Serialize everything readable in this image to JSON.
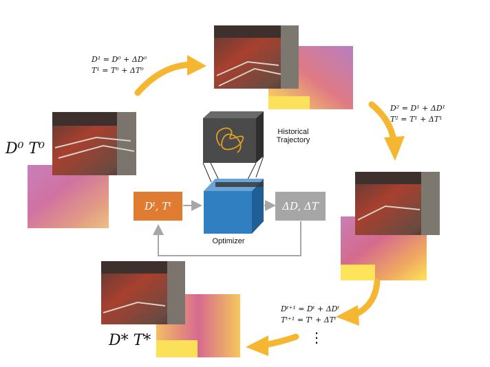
{
  "labels": {
    "d0t0": "D⁰ T⁰",
    "dstar": "D* T*",
    "historical_line1": "Historical",
    "historical_line2": "Trajectory",
    "optimizer": "Optimizer",
    "dt_box": "Dᵗ, Tᵗ",
    "delta_box": "ΔD, ΔT",
    "ellipsis": "⋮"
  },
  "equations": {
    "step1_d": "D¹ = D⁰ + ΔD⁰",
    "step1_t": "T¹ = T⁰ + ΔT⁰",
    "step2_d": "D² = D¹ + ΔD¹",
    "step2_t": "T² = T¹ + ΔT¹",
    "stept_d": "Dᵗ⁺¹ = Dᵗ + ΔDᵗ",
    "stept_t": "Tᵗ⁺¹ = Tᵗ + ΔTᵗ"
  },
  "colors": {
    "arrow": "#f5b731",
    "dt_box": "#e07b32",
    "delta_box": "#a6a6a6",
    "cube_front": "#2f7fc1",
    "traj_cube": "#444444",
    "trajectory": "#e0a020",
    "feedback_line": "#a6a6a6"
  }
}
